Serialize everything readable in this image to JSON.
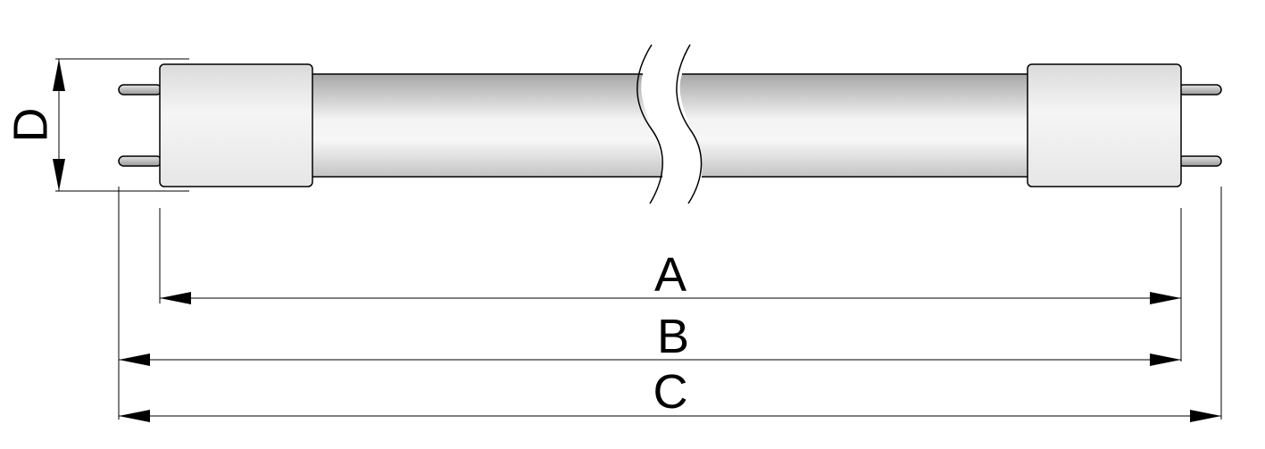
{
  "labels": {
    "a": "A",
    "b": "B",
    "c": "C",
    "d": "D"
  },
  "colors": {
    "stroke": "#000000",
    "cap_light": "#f2f2f2",
    "cap_mid": "#e2e2e2",
    "tube_dark": "#a8a8a8",
    "tube_light": "#f4f4f4",
    "pin": "#c8c8c8"
  }
}
